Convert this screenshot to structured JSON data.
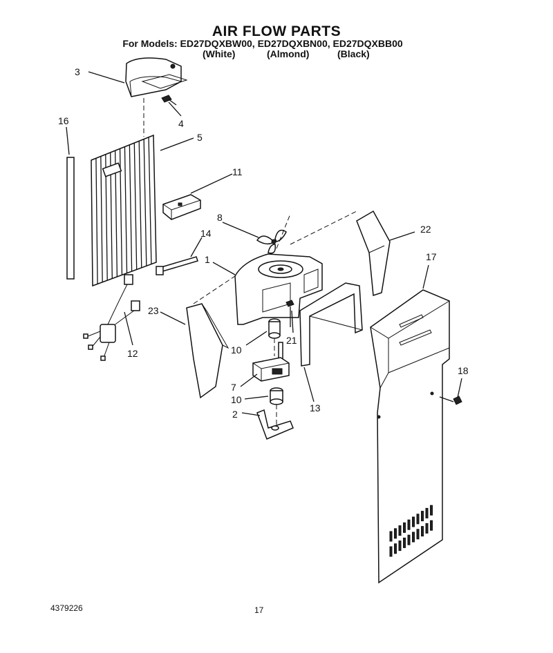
{
  "header": {
    "title": "AIR FLOW PARTS",
    "models_line": "For Models: ED27DQXBW00, ED27DQXBN00, ED27DQXBB00",
    "variants": [
      "(White)",
      "(Almond)",
      "(Black)"
    ]
  },
  "callouts": {
    "c1": "1",
    "c2": "2",
    "c3": "3",
    "c4": "4",
    "c5": "5",
    "c7": "7",
    "c8": "8",
    "c10a": "10",
    "c10b": "10",
    "c11": "11",
    "c12": "12",
    "c13": "13",
    "c14": "14",
    "c16": "16",
    "c17": "17",
    "c18": "18",
    "c21": "21",
    "c22": "22",
    "c23": "23"
  },
  "footer": {
    "doc_number": "4379226",
    "page_number": "17"
  }
}
